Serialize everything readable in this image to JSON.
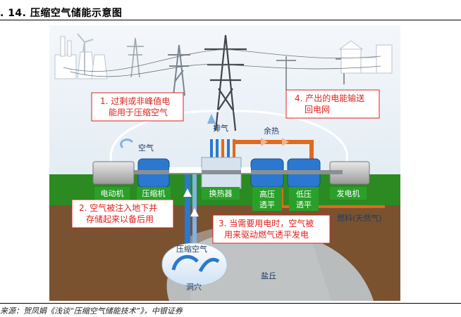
{
  "figure": {
    "title": ". 14. 压缩空气储能示意图",
    "source": "来源：贺凤娟《浅谈“压缩空气储能技术”》，中银证券"
  },
  "callouts": {
    "c1_line1": "1. 过剩或非峰值电",
    "c1_line2": "能用于压缩空气",
    "c2_line1": "2. 空气被注入地下并",
    "c2_line2": "存储起来以备后用",
    "c3_line1": "3. 当需要用电时，空气被",
    "c3_line2": "用来驱动燃气透平发电",
    "c4_line1": "4. 产出的电能输送",
    "c4_line2": "回电网"
  },
  "labels": {
    "air": "空气",
    "exhaust": "排气",
    "waste_heat": "余热",
    "motor": "电动机",
    "compressor": "压缩机",
    "heat_exchanger": "换热器",
    "hp_turbine_1": "高压",
    "hp_turbine_2": "透平",
    "lp_turbine_1": "低压",
    "lp_turbine_2": "透平",
    "generator": "发电机",
    "fuel": "燃料(天然气)",
    "compressed_air": "压缩空气",
    "cavern": "洞穴",
    "salt_dome": "盐丘"
  },
  "colors": {
    "callout_text": "#e0201c",
    "callout_border": "#e0201c",
    "label_bg": "#2aa02a",
    "grass": "#2c8a22",
    "soil": "#7a5230",
    "sky": "#dfeaf3",
    "pipe_blue": "#2a78d0",
    "pipe_orange": "#e06a1e"
  }
}
